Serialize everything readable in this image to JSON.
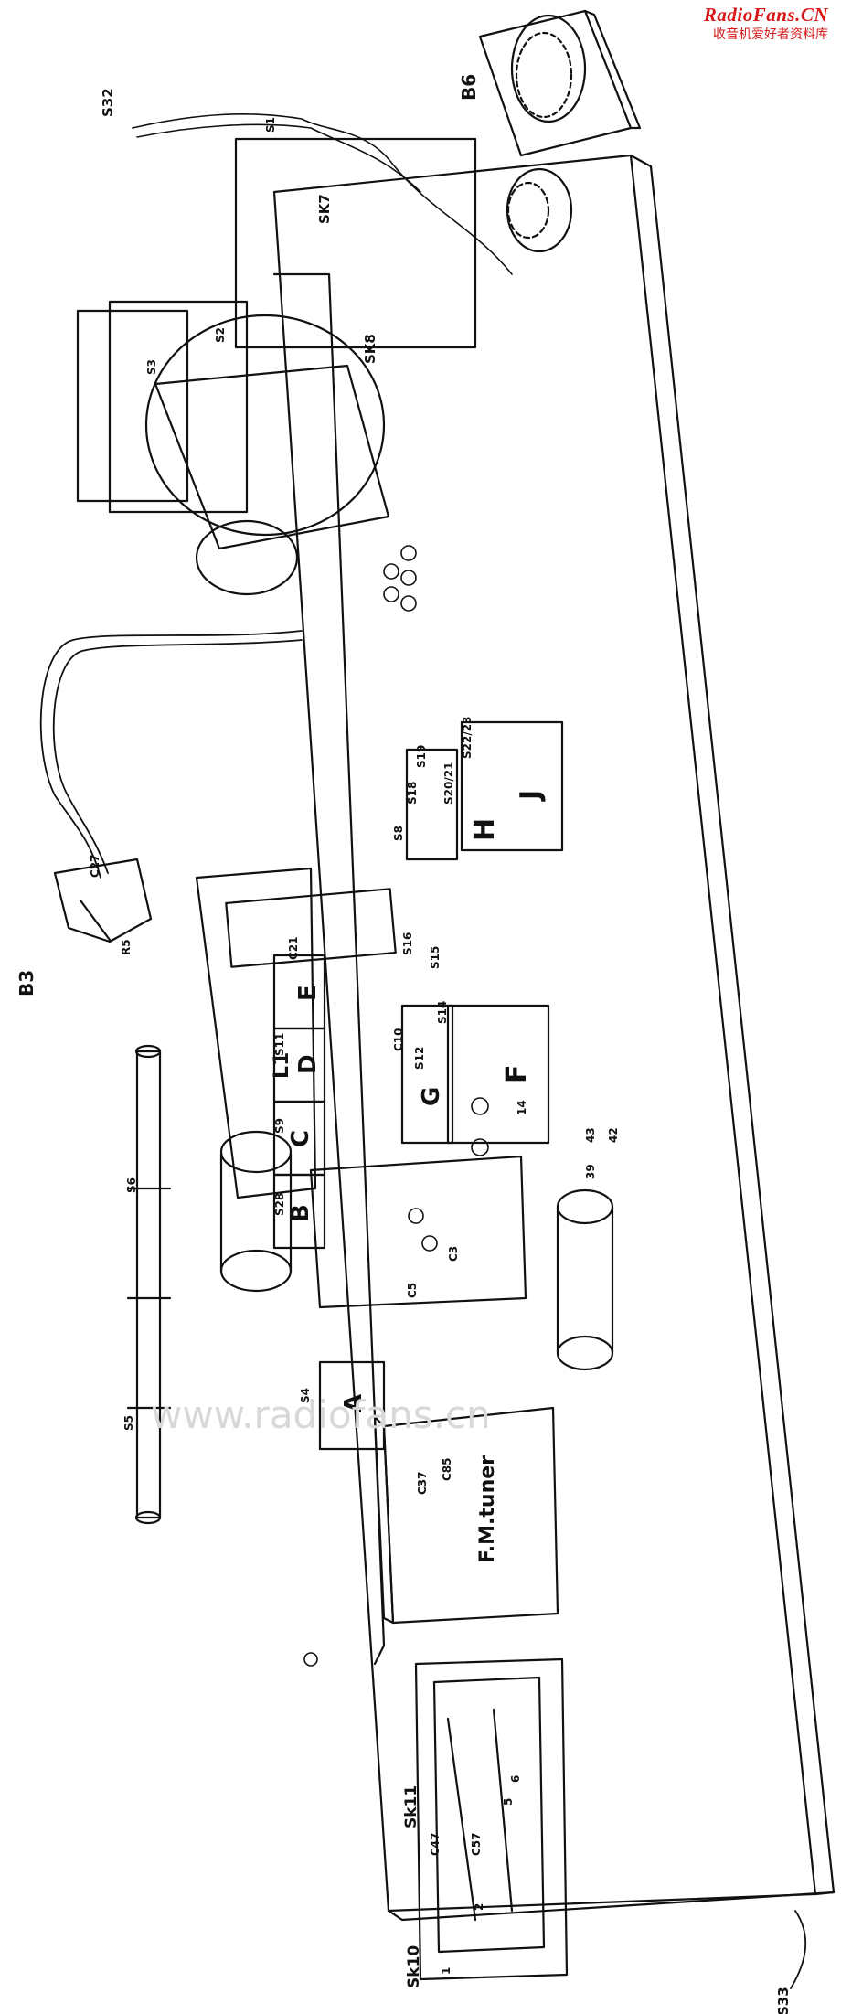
{
  "header": {
    "brand": "RadioFans.CN",
    "subtitle": "收音机爱好者资料库"
  },
  "watermark": "www.radiofans.cn",
  "labels": {
    "B3": "B3",
    "B6": "B6",
    "S32": "S32",
    "S33": "S33",
    "SK7": "SK7",
    "SK8": "SK8",
    "SK10": "Sk10",
    "SK11": "Sk11",
    "S1": "S1",
    "S2": "S2",
    "S3": "S3",
    "R5": "R5",
    "C27": "C27",
    "C21": "C21",
    "C3": "C3",
    "C5": "C5",
    "C10": "C10",
    "C37": "C37",
    "C47": "C47",
    "C57": "C57",
    "C85": "C85",
    "S4": "S4",
    "S5": "S5",
    "S6": "S6",
    "S8": "S8",
    "S9": "S9",
    "S11": "S11",
    "S12": "S12",
    "S14": "S14",
    "S15": "S15",
    "S16": "S16",
    "S18": "S18",
    "S19": "S19",
    "S20_21": "S20/21",
    "S22_23": "S22/23",
    "S28": "S28",
    "blockA": "A",
    "blockB": "B",
    "blockC": "C",
    "blockD": "D",
    "blockE": "E",
    "blockF": "F",
    "blockG": "G",
    "blockH": "H",
    "blockJ": "J",
    "L1": "L1",
    "fm_tuner": "F.M.tuner",
    "n42": "42",
    "n43": "43",
    "n39": "39",
    "n14": "14",
    "n5": "5",
    "n6": "6",
    "n1": "1",
    "n2": "2"
  }
}
